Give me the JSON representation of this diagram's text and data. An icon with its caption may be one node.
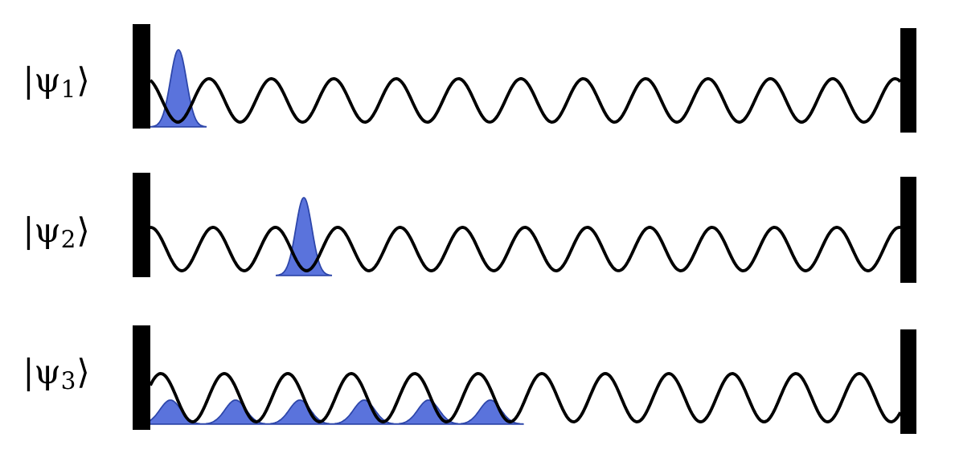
{
  "diagram": {
    "labels": [
      "|ψ$_{1}$⟩",
      "|ψ$_{2}$⟩",
      "|ψ$_{3}$⟩"
    ]
  }
}
